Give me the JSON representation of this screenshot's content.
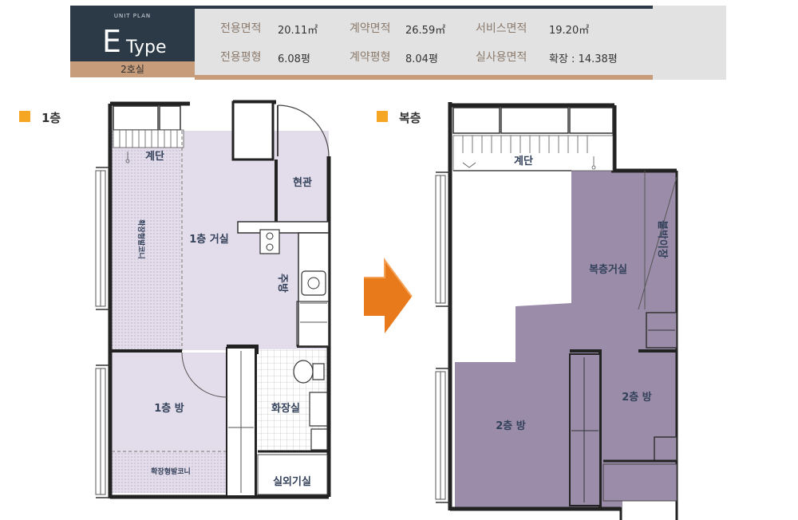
{
  "header": {
    "unit_plan_label": "UNIT PLAN",
    "type_letter": "E",
    "type_word": "Type",
    "unit_label": "2호실",
    "specs": [
      {
        "label": "전용면적",
        "value": "20.11㎡"
      },
      {
        "label": "계약면적",
        "value": "26.59㎡"
      },
      {
        "label": "서비스면적",
        "value": "19.20㎡"
      },
      {
        "label": "전용평형",
        "value": "6.08평"
      },
      {
        "label": "계약평형",
        "value": "8.04평"
      },
      {
        "label": "실사용면적",
        "value": "확장 : 14.38평"
      }
    ]
  },
  "floor1": {
    "title": "1층",
    "rooms": {
      "stairs": "계단",
      "entrance": "현관",
      "living": "1층 거실",
      "kitchen": "주방",
      "room": "1층 방",
      "bathroom": "화장실",
      "outdoor_unit": "실외기실",
      "balcony_side": "확장형발코니",
      "balcony_bottom": "확장형발코니"
    }
  },
  "loft": {
    "title": "복층",
    "rooms": {
      "stairs": "계단",
      "living": "복층거실",
      "builtin_storage": "붙박이장",
      "room_left": "2층 방",
      "room_right": "2층 방"
    }
  },
  "colors": {
    "header_navy": "#2c3a48",
    "header_tan": "#c69c7b",
    "floor1_fill": "#e3dcea",
    "loft_fill": "#9b8daa",
    "arrow": "#e87a1c",
    "bullet": "#f5a623"
  },
  "icons": [
    "arrow-right-icon",
    "sink-icon",
    "cooktop-icon",
    "toilet-icon"
  ]
}
